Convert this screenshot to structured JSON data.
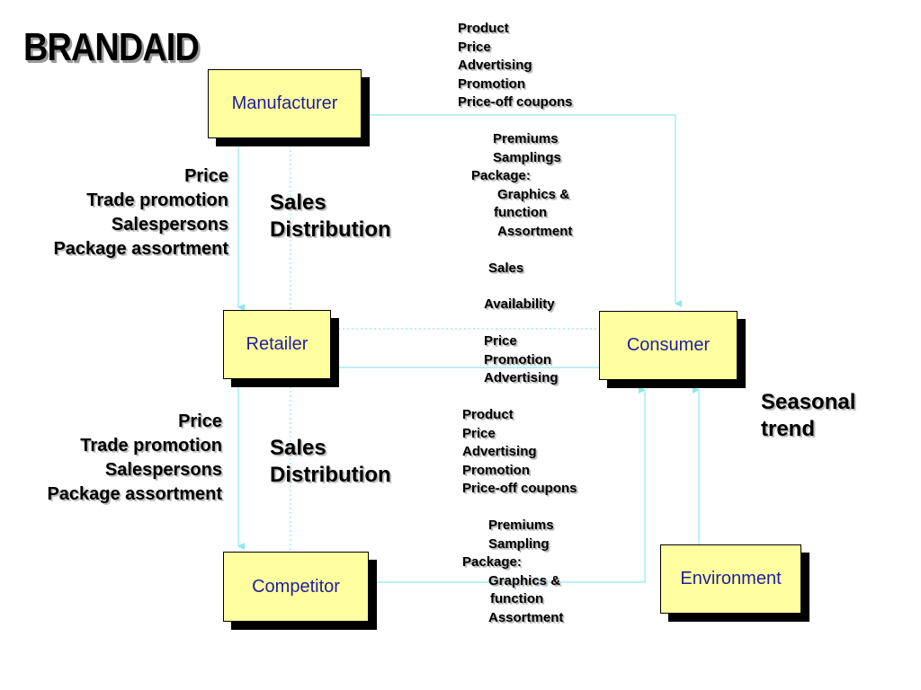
{
  "title": "BRANDAID",
  "nodes": {
    "manufacturer": "Manufacturer",
    "retailer": "Retailer",
    "consumer": "Consumer",
    "competitor": "Competitor",
    "environment": "Environment"
  },
  "manufacturer_to_retailer": [
    "Price",
    "Trade promotion",
    "Salespersons",
    "Package assortment"
  ],
  "retailer_to_competitor": [
    "Price",
    "Trade promotion",
    "Salespersons",
    "Package assortment"
  ],
  "sales_distribution_top": [
    "Sales",
    "Distribution"
  ],
  "sales_distribution_bottom": [
    "Sales",
    "Distribution"
  ],
  "manufacturer_to_consumer": {
    "a": [
      "Product",
      "Price",
      "Advertising",
      "Promotion",
      "Price-off coupons"
    ],
    "b": [
      "Premiums",
      "Samplings"
    ],
    "c": "Package:",
    "d": [
      "Graphics &"
    ],
    "e": [
      "function"
    ],
    "f": [
      "Assortment"
    ]
  },
  "retailer_to_consumer": {
    "sales": "Sales",
    "availability": "Availability",
    "items": [
      "Price",
      "Promotion",
      "Advertising"
    ]
  },
  "competitor_to_consumer": {
    "a": [
      "Product",
      "Price",
      "Advertising",
      "Promotion",
      "Price-off coupons"
    ],
    "b": [
      "Premiums",
      "Sampling"
    ],
    "c": "Package:",
    "d": [
      "Graphics &",
      "function",
      "Assortment"
    ]
  },
  "environment_effect": [
    "Seasonal",
    "trend"
  ],
  "colors": {
    "box_fill": "#ffffa0",
    "box_text": "#1f1f9e",
    "connector": "#8ee8ee"
  }
}
